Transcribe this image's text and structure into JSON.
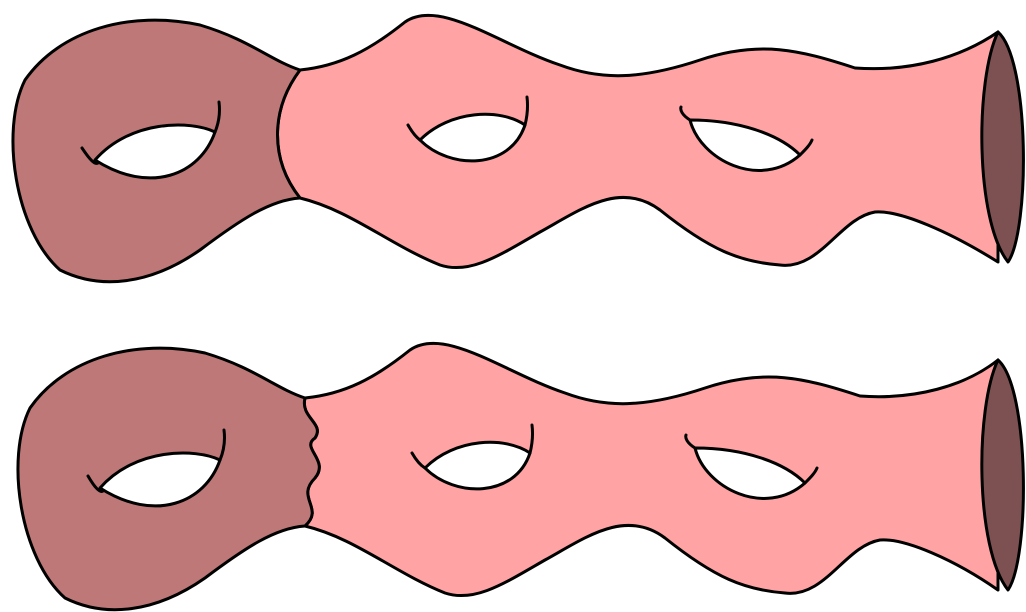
{
  "colors": {
    "left_cap": "#bf7878",
    "body": "#ffa3a4",
    "end_disk": "#7d5152",
    "holes": "#ffffff",
    "outline": "#000000"
  },
  "surfaces": [
    {
      "genus": 3,
      "boundary_components": 1,
      "left_seam": "smooth"
    },
    {
      "genus": 3,
      "boundary_components": 1,
      "left_seam": "wavy"
    }
  ]
}
